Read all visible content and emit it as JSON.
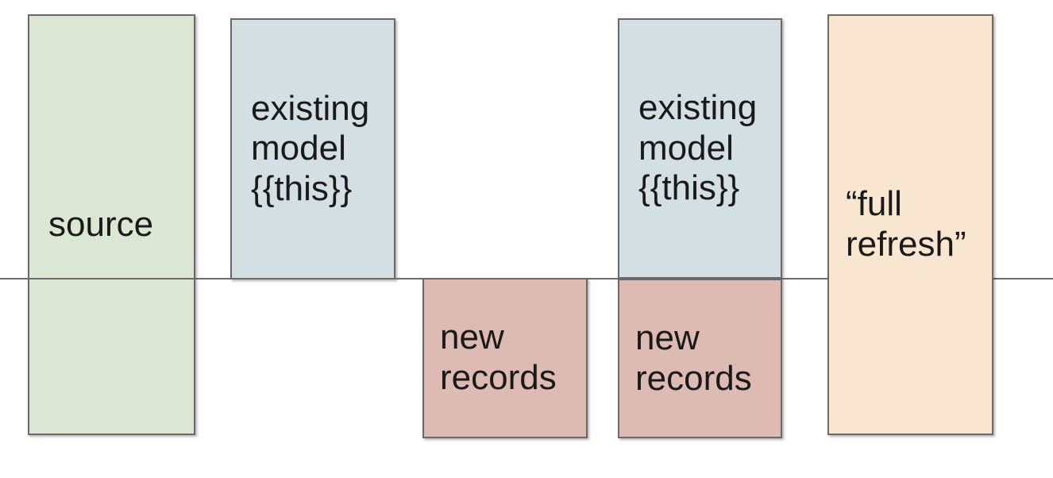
{
  "diagram": {
    "title": "incremental model materialization diagram",
    "background_color": "#ffffff",
    "border_color": "#696969",
    "text_color": "#1a1a1a",
    "divider_line": {
      "color": "#6b6b6b",
      "orientation": "horizontal"
    },
    "boxes": [
      {
        "id": "source",
        "label": "source",
        "fill": "#dbe7d3"
      },
      {
        "id": "existing-model-1",
        "label": "existing\nmodel\n{{this}}",
        "fill": "#d3dfe3"
      },
      {
        "id": "new-records-1",
        "label": "new\nrecords",
        "fill": "#ddbab2"
      },
      {
        "id": "existing-model-2",
        "label": "existing\nmodel\n{{this}}",
        "fill": "#d3dfe3"
      },
      {
        "id": "new-records-2",
        "label": "new\nrecords",
        "fill": "#ddbab2"
      },
      {
        "id": "full-refresh",
        "label": "“full\nrefresh”",
        "fill": "#f8e6d1"
      }
    ]
  }
}
